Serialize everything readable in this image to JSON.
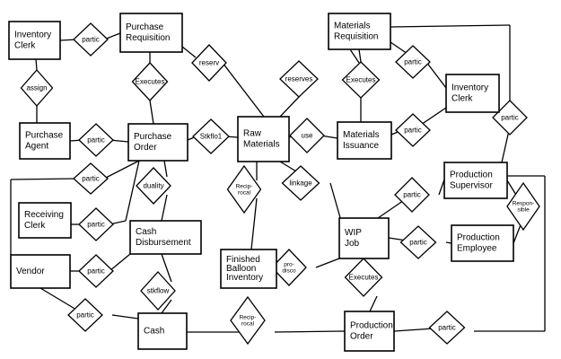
{
  "entities": {
    "inventory_clerk_1": [
      "Inventory",
      "Clerk"
    ],
    "purchase_requisition": [
      "Purchase",
      "Requisition"
    ],
    "materials_requisition": [
      "Materials",
      "Requisition"
    ],
    "inventory_clerk_2": [
      "Inventory",
      "Clerk"
    ],
    "purchase_agent": [
      "Purchase",
      "Agent"
    ],
    "purchase_order": [
      "Purchase",
      "Order"
    ],
    "raw_materials": [
      "Raw",
      "Materials"
    ],
    "materials_issuance": [
      "Materials",
      "Issuance"
    ],
    "receiving_clerk": [
      "Receiving",
      "Clerk"
    ],
    "cash_disbursement": [
      "Cash",
      "Disbursement"
    ],
    "production_supervisor": [
      "Production",
      "Supervisor"
    ],
    "vendor": [
      "Vendor"
    ],
    "finished_balloon_inventory": [
      "Finished",
      "Balloon",
      "Inventory"
    ],
    "wip_job": [
      "WIP",
      "Job"
    ],
    "production_employee": [
      "Production",
      "Employee"
    ],
    "cash": [
      "Cash"
    ],
    "production_order": [
      "Production",
      "Order"
    ]
  },
  "relationships": {
    "partic_clerk_req": [
      "partic"
    ],
    "assign": [
      "assign"
    ],
    "executes_po": [
      "Executes"
    ],
    "reserv": [
      "reserv"
    ],
    "reserves": [
      "reserves"
    ],
    "executes_issuance": [
      "Executes"
    ],
    "partic_req_clerk": [
      "partic"
    ],
    "partic_issuance_clerk": [
      "partic"
    ],
    "partic_agent_po": [
      "partic"
    ],
    "stkflo1": [
      "Stkflo1"
    ],
    "use": [
      "use"
    ],
    "partic_vendor_po": [
      "partic"
    ],
    "duality": [
      "duality"
    ],
    "partic_receiving": [
      "partic"
    ],
    "partic_vendor_disb": [
      "partic"
    ],
    "reciprocal_fin": [
      "Recip-",
      "rocal"
    ],
    "linkage": [
      "linkage"
    ],
    "partic_right": [
      "partic"
    ],
    "partic_super_wip": [
      "partic"
    ],
    "responsible": [
      "Respon-",
      "sible"
    ],
    "partic_emp_wip": [
      "partic"
    ],
    "prodisco": [
      "pro-",
      "disco"
    ],
    "executes_prod": [
      "Executes"
    ],
    "stkflow": [
      "stkflow"
    ],
    "partic_vendor_cash": [
      "partic"
    ],
    "reciprocal_cash": [
      "Recip-",
      "rocal"
    ],
    "partic_prod_order": [
      "partic"
    ]
  }
}
